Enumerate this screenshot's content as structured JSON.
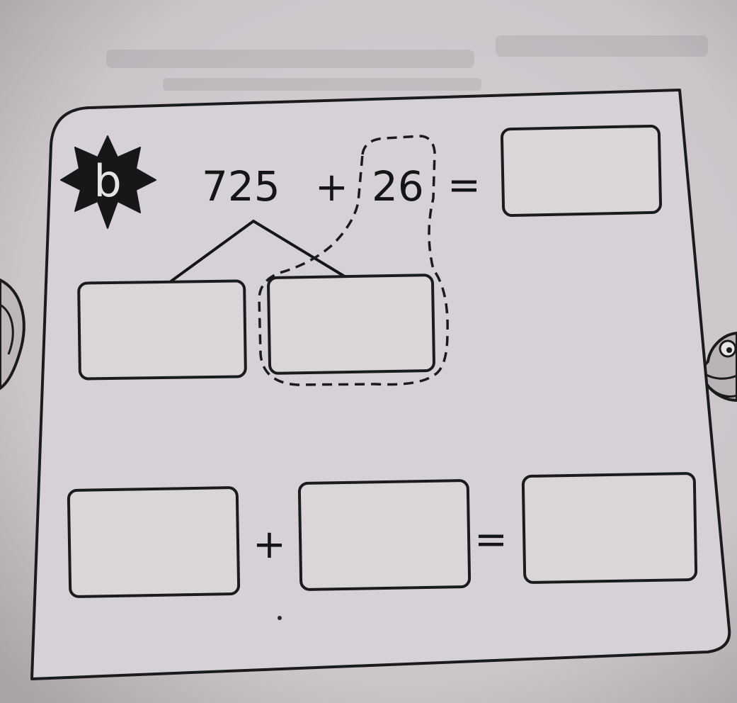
{
  "exercise": {
    "label": "b",
    "equation": {
      "addend_a": "725",
      "plus_sign": "+",
      "addend_b": "26",
      "equals_sign": "="
    },
    "bottom_equation": {
      "plus_sign": "+",
      "equals_sign": "="
    }
  },
  "colors": {
    "paper": "#cdc7cc",
    "card": "#d6d1d6",
    "ink": "#151517"
  },
  "icons": [
    "star-badge-icon",
    "frog-mascot-icon",
    "side-figure-icon"
  ]
}
